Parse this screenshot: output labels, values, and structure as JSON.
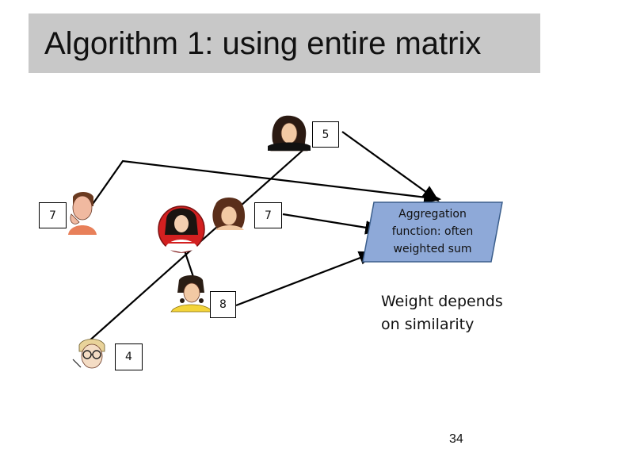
{
  "slide": {
    "title": "Algorithm 1: using entire matrix",
    "page_number": "34"
  },
  "ratings": {
    "top_user": "5",
    "left_user": "7",
    "right_user": "7",
    "lower_user": "8",
    "bottom_user": "4"
  },
  "aggregation_box": {
    "lines": [
      "Aggregation",
      "function: often",
      "weighted sum"
    ]
  },
  "note": {
    "text": "Weight depends on similarity"
  },
  "colors": {
    "title_bar": "#c8c8c8",
    "aggregation_fill": "#8ea9d8",
    "aggregation_border": "#3b5e8c",
    "target_circle": "#d32020",
    "arrow": "#000000"
  },
  "icons": [
    "woman-portrait-icon",
    "man-portrait-icon",
    "girl-portrait-icon",
    "man-glasses-icon"
  ]
}
